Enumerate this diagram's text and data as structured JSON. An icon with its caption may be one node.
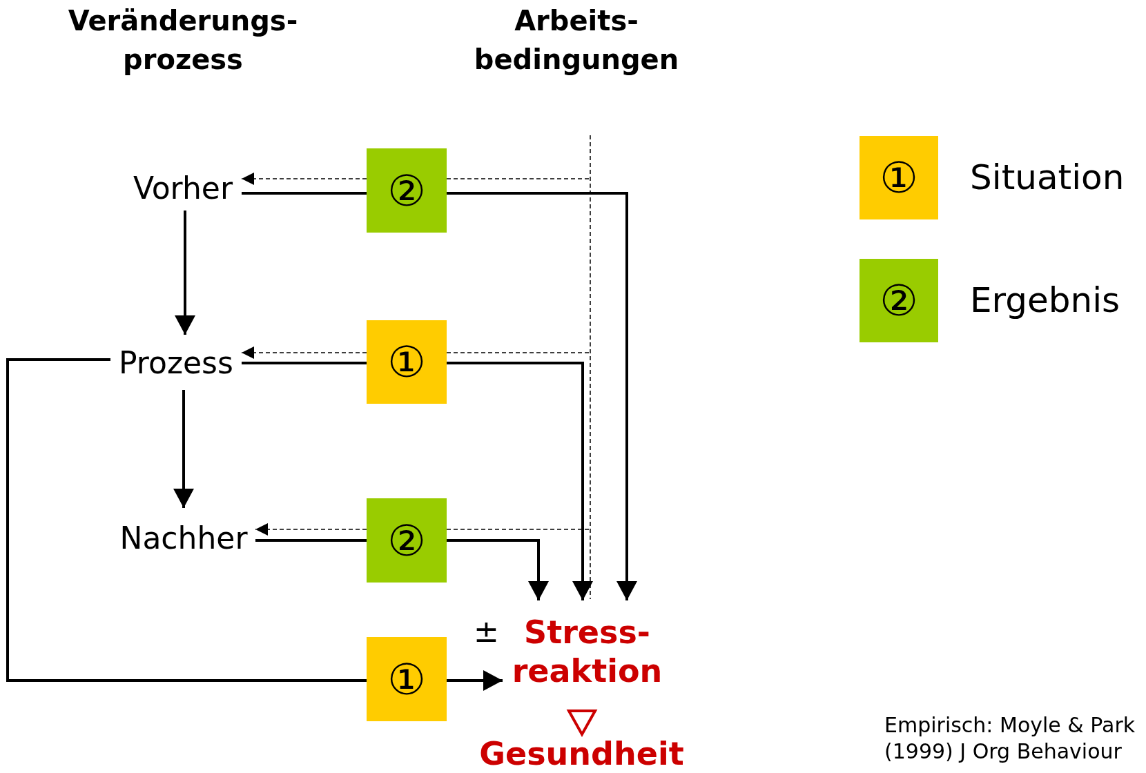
{
  "diagram": {
    "nodes": [
      {
        "text": [
          "Vorher"
        ]
      },
      {
        "text": [
          "Prozess"
        ]
      },
      {
        "text": [
          "Nachher"
        ]
      },
      {
        "text": [
          "②"
        ]
      },
      {
        "text": [
          "①"
        ]
      },
      {
        "text": [
          "②"
        ]
      },
      {
        "text": [
          "①"
        ]
      },
      {
        "text": [
          "Stress- reaktion"
        ],
        "beside": [
          "±"
        ]
      },
      {
        "text": [
          "Gesundheit"
        ]
      },
      {
        "text": [],
        "shape": "bar"
      }
    ],
    "edges": [
      {
        "from": 0,
        "to": 1,
        "arrow": "to"
      },
      {
        "from": 1,
        "to": 2,
        "arrow": "to"
      },
      {
        "from": 3,
        "to": 0,
        "arrow": "to",
        "style": "dashed"
      },
      {
        "from": 0,
        "to": 3,
        "arrow": "none"
      },
      {
        "from": 3,
        "to": 7,
        "arrow": "to"
      },
      {
        "from": 4,
        "to": 1,
        "arrow": "to",
        "style": "dashed"
      },
      {
        "from": 1,
        "to": 4,
        "arrow": "none"
      },
      {
        "from": 4,
        "to": 7,
        "arrow": "to"
      },
      {
        "from": 5,
        "to": 2,
        "arrow": "to",
        "style": "dashed"
      },
      {
        "from": 2,
        "to": 5,
        "arrow": "none"
      },
      {
        "from": 5,
        "to": 7,
        "arrow": "to"
      },
      {
        "from": 1,
        "to": 6,
        "arrow": "none"
      },
      {
        "from": 6,
        "to": 7,
        "arrow": "to"
      },
      {
        "from": 7,
        "to": 8,
        "arrow": "to",
        "color": "#cc0000"
      },
      {
        "from": 9,
        "to": 3,
        "arrow": "none",
        "style": "dashed"
      },
      {
        "from": 9,
        "to": 4,
        "arrow": "none",
        "style": "dashed"
      },
      {
        "from": 9,
        "to": 5,
        "arrow": "none",
        "style": "dashed"
      }
    ],
    "labels": [
      "Veränderungs- prozess",
      "Arbeits- bedingungen",
      "①",
      "②",
      "Empirisch: Moyle & Park",
      "(1999) J Org Behaviour"
    ],
    "legend": [
      {
        "text": "Situation",
        "color": "#ffcc00"
      },
      {
        "text": "Ergebnis",
        "color": "#99cc00"
      }
    ]
  }
}
